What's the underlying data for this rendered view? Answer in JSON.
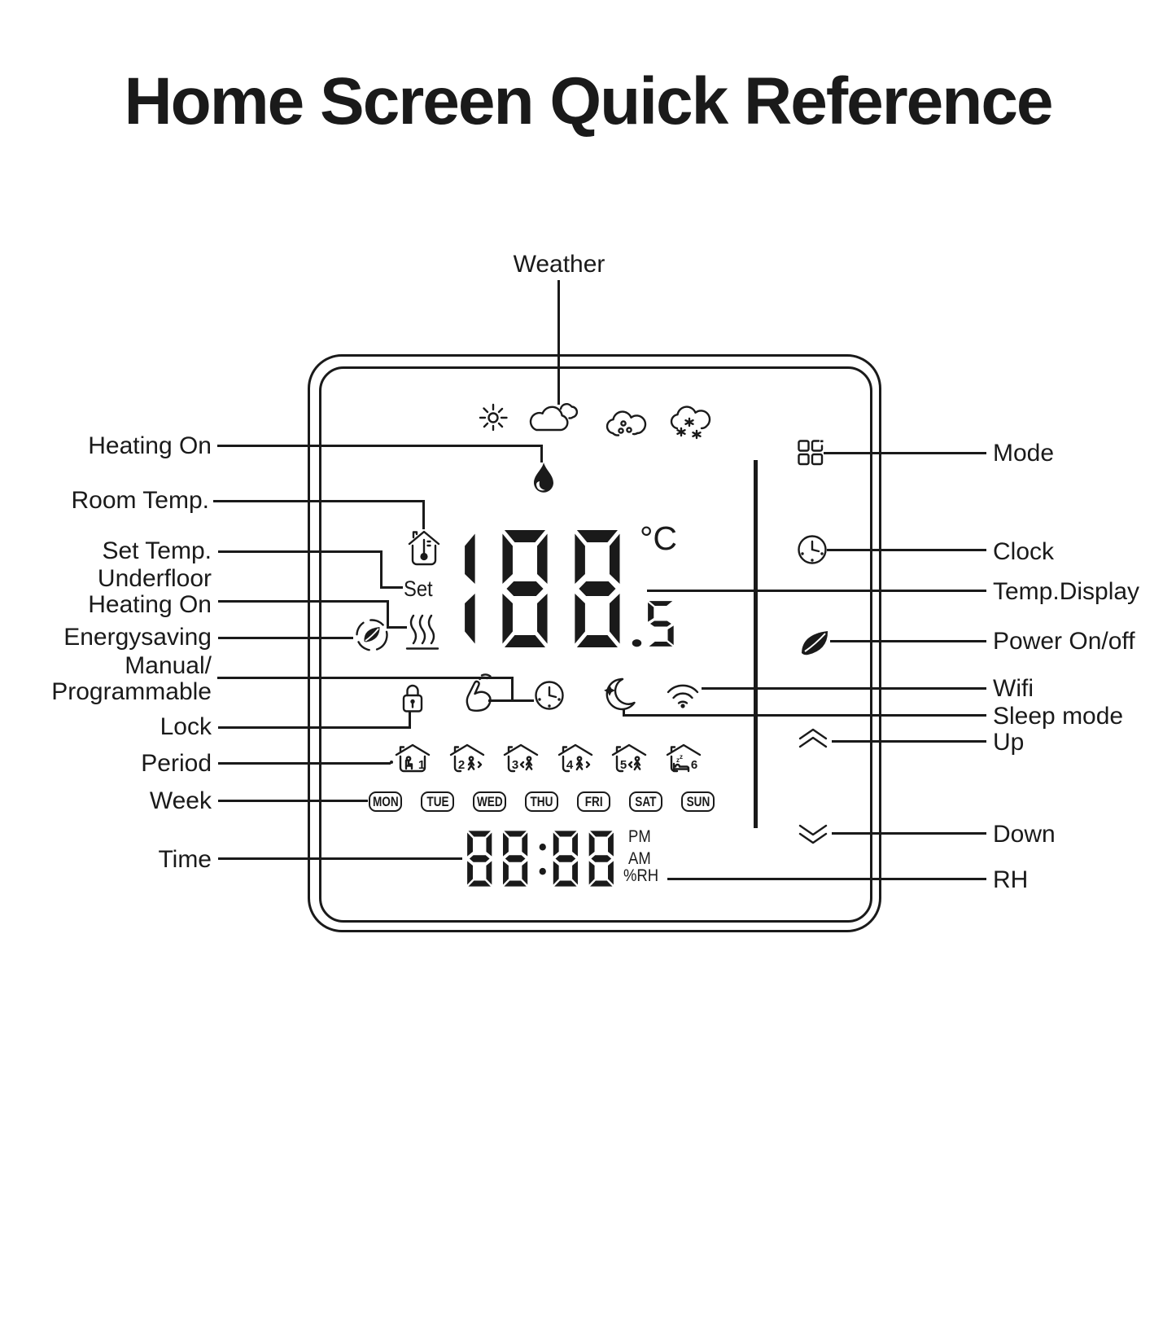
{
  "title": "Home Screen Quick Reference",
  "colors": {
    "ink": "#1a1a1a",
    "background": "#ffffff"
  },
  "callouts": {
    "top": {
      "weather": "Weather"
    },
    "left": [
      {
        "lines": [
          "Heating On"
        ]
      },
      {
        "lines": [
          "Room Temp."
        ]
      },
      {
        "lines": [
          "Set Temp."
        ]
      },
      {
        "lines": [
          "Underfloor",
          "Heating On"
        ]
      },
      {
        "lines": [
          "Energysaving"
        ]
      },
      {
        "lines": [
          "Manual/",
          "Programmable"
        ]
      },
      {
        "lines": [
          "Lock"
        ]
      },
      {
        "lines": [
          "Period"
        ]
      },
      {
        "lines": [
          "Week"
        ]
      },
      {
        "lines": [
          "Time"
        ]
      }
    ],
    "right": [
      {
        "text": "Mode"
      },
      {
        "text": "Clock"
      },
      {
        "text": "Temp.Display"
      },
      {
        "text": "Power On/off"
      },
      {
        "text": "Wifi"
      },
      {
        "text": "Sleep mode"
      },
      {
        "text": "Up"
      },
      {
        "text": "Down"
      },
      {
        "text": "RH"
      }
    ]
  },
  "display": {
    "temperature": {
      "value": "188",
      "decimal": ".5",
      "unit": "°C"
    },
    "set_label": "Set",
    "time": {
      "value": "88:88",
      "pm": "PM",
      "am": "AM",
      "rh": "%RH"
    },
    "week_days": [
      "MON",
      "TUE",
      "WED",
      "THU",
      "FRI",
      "SAT",
      "SUN"
    ],
    "period_numbers": [
      "1",
      "2",
      "3",
      "4",
      "5",
      "6"
    ],
    "weather_icons": [
      "sun-icon",
      "clouds-icon",
      "rain-cloud-icon",
      "snow-cloud-icon"
    ],
    "status_icons": [
      "flame-icon",
      "house-thermometer-icon",
      "underfloor-heating-icon",
      "energysaving-icon",
      "lock-icon",
      "hand-manual-icon",
      "clock-program-icon",
      "moon-sleep-icon",
      "wifi-icon"
    ],
    "button_icons": [
      "mode-icon",
      "clock-icon",
      "leaf-power-icon",
      "chevrons-up-icon",
      "chevrons-down-icon"
    ]
  }
}
